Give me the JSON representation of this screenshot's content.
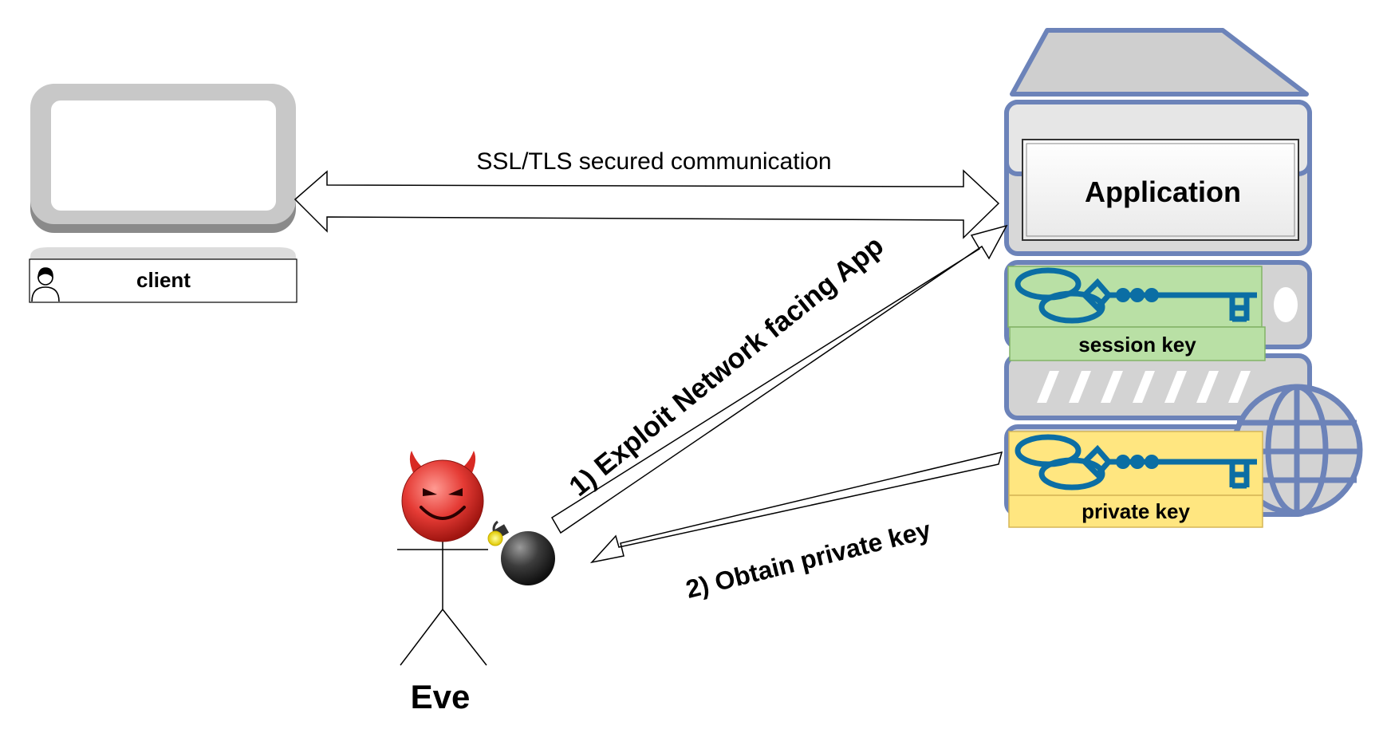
{
  "diagram": {
    "client": {
      "label": "client"
    },
    "secure_channel": {
      "label": "SSL/TLS secured communication"
    },
    "server": {
      "application_label": "Application",
      "session_key_label": "session key",
      "private_key_label": "private key"
    },
    "attacker": {
      "name": "Eve"
    },
    "steps": [
      {
        "label": "1) Exploit Network facing App"
      },
      {
        "label": "2) Obtain private key"
      }
    ]
  },
  "colors": {
    "server_outline": "#6c83b9",
    "server_fill": "#d3d3d3",
    "key_blue": "#0b6ea4",
    "session_key_fill": "#b9e0a5",
    "private_key_fill": "#ffe680",
    "monitor_gray": "#c8c8c8",
    "devil_red": "#e53b35"
  },
  "icons": {
    "client": "laptop-icon",
    "user": "user-icon",
    "server": "server-icon",
    "globe": "globe-icon",
    "key": "key-icon",
    "devil": "devil-face-icon",
    "bomb": "bomb-icon",
    "stick_figure": "stick-figure-icon"
  }
}
